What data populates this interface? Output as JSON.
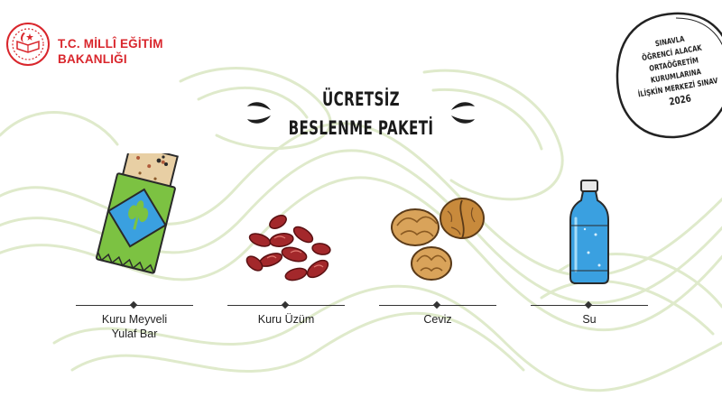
{
  "header": {
    "ministry_line1": "T.C. MİLLÎ EĞİTİM",
    "ministry_line2": "BAKANLIĞI",
    "logo_icon": "meb-emblem-icon"
  },
  "title": {
    "line1": "ÜCRETSİZ",
    "line2": "BESLENME PAKETİ"
  },
  "seal": {
    "lines": [
      "SINAVLA",
      "ÖĞRENCİ ALACAK",
      "ORTAÖĞRETİM KURUMLARINA",
      "İLİŞKİN MERKEZİ SINAV",
      "2026"
    ]
  },
  "items": [
    {
      "label_line1": "Kuru Meyveli",
      "label_line2": "Yulaf Bar",
      "icon": "oat-bar-icon"
    },
    {
      "label_line1": "Kuru Üzüm",
      "label_line2": "",
      "icon": "raisins-icon"
    },
    {
      "label_line1": "Ceviz",
      "label_line2": "",
      "icon": "walnut-icon"
    },
    {
      "label_line1": "Su",
      "label_line2": "",
      "icon": "water-bottle-icon"
    }
  ],
  "colors": {
    "brand_red": "#d9262c",
    "swirl_green": "#dfeacb",
    "bar_green": "#7cc242",
    "water_blue": "#3aa0e0"
  }
}
